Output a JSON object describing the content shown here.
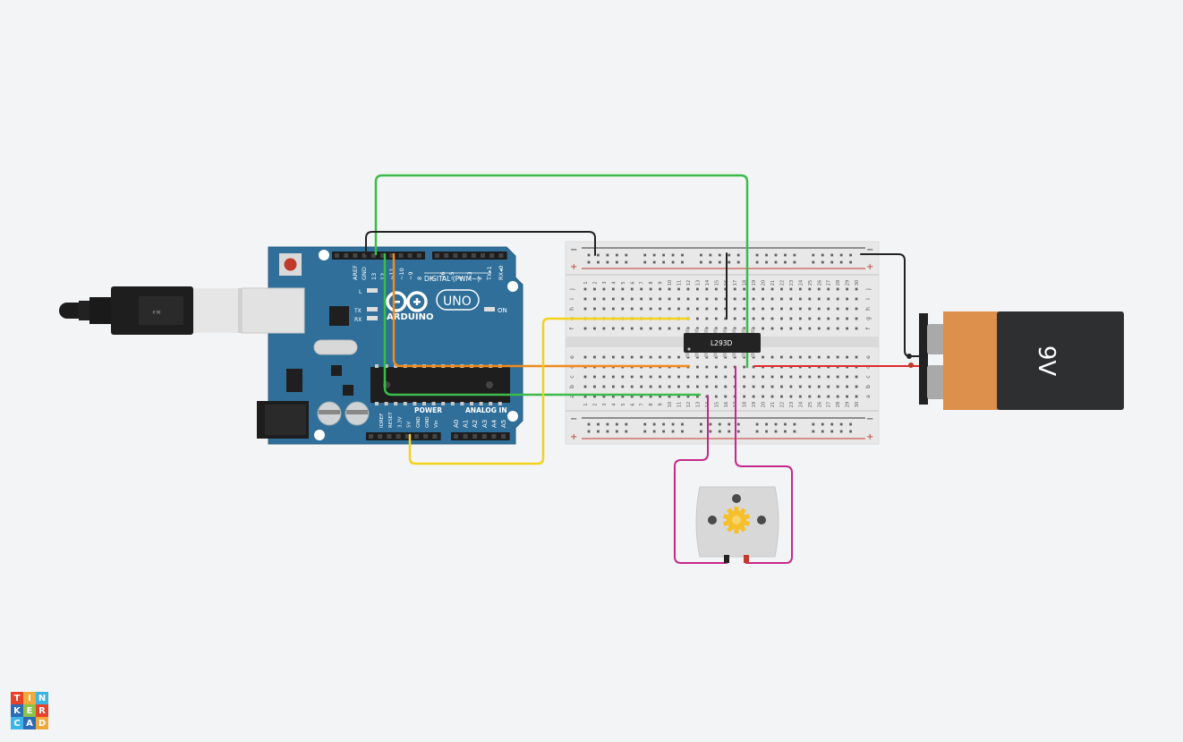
{
  "arduino": {
    "brand": "ARDUINO",
    "model": "UNO",
    "digital_label": "DIGITAL (PWM~)",
    "power_label": "POWER",
    "analog_label": "ANALOG IN",
    "on_label": "ON",
    "led_l": "L",
    "led_tx": "TX",
    "led_rx": "RX",
    "digital_pins": [
      "AREF",
      "GND",
      "13",
      "12",
      "~11",
      "~10",
      "~9",
      "8",
      "7",
      "~6",
      "~5",
      "4",
      "~3",
      "2",
      "TX▸1",
      "RX◂0"
    ],
    "power_pins": [
      "IOREF",
      "RESET",
      "3.3V",
      "5V",
      "GND",
      "GND",
      "Vin"
    ],
    "analog_pins": [
      "A0",
      "A1",
      "A2",
      "A3",
      "A4",
      "A5"
    ]
  },
  "breadboard": {
    "columns": [
      "1",
      "2",
      "3",
      "4",
      "5",
      "6",
      "7",
      "8",
      "9",
      "10",
      "11",
      "12",
      "13",
      "14",
      "15",
      "16",
      "17",
      "18",
      "19",
      "20",
      "21",
      "22",
      "23",
      "24",
      "25",
      "26",
      "27",
      "28",
      "29",
      "30"
    ],
    "rows_top": [
      "j",
      "i",
      "h",
      "g",
      "f"
    ],
    "rows_bottom": [
      "e",
      "d",
      "c",
      "b",
      "a"
    ],
    "rail_minus": "−",
    "rail_plus": "+"
  },
  "chip": {
    "label": "L293D"
  },
  "battery": {
    "label": "9V"
  },
  "logo": {
    "letters": [
      "T",
      "I",
      "N",
      "K",
      "E",
      "R",
      "C",
      "A",
      "D"
    ],
    "colors": [
      "#e8432a",
      "#f2a93b",
      "#3ab5e7",
      "#2d6bb6",
      "#8bc34a",
      "#e8432a",
      "#3ab5e7",
      "#2d6bb6",
      "#f2a93b"
    ]
  },
  "colors": {
    "arduino_blue": "#2f6f99",
    "wire_green": "#3dbb4a",
    "wire_black": "#222222",
    "wire_orange": "#f08a1c",
    "wire_yellow": "#f3d21b",
    "wire_red": "#e02a2a",
    "wire_magenta": "#c6288a",
    "battery_orange": "#dd8f4c",
    "battery_dark": "#2e2f31"
  }
}
